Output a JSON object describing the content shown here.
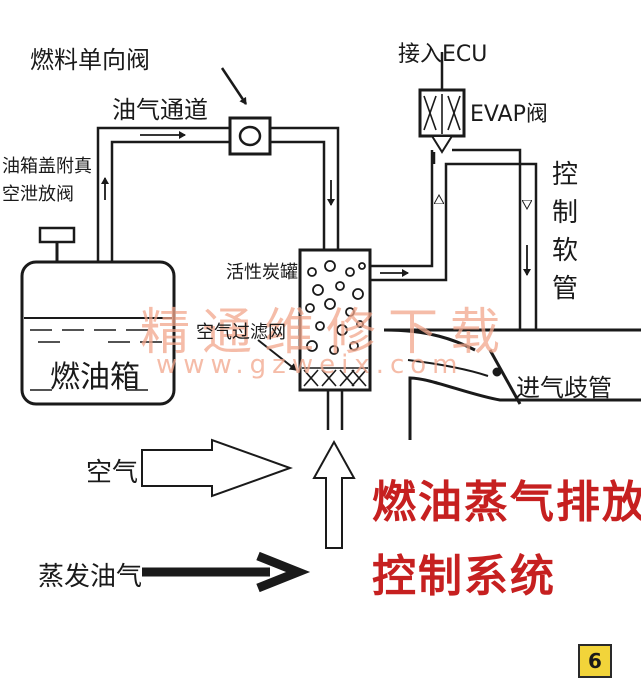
{
  "labels": {
    "check_valve": "燃料单向阀",
    "vapor_channel": "油气通道",
    "cap_valve_line1": "油箱盖附真",
    "cap_valve_line2": "空泄放阀",
    "fuel_tank": "燃油箱",
    "canister": "活性炭罐",
    "air_filter": "空气过滤网",
    "ecu": "接入ECU",
    "evap_valve": "EVAP阀",
    "control_hose": "控制软管",
    "intake_manifold": "进气歧管"
  },
  "legend": {
    "air": "空气",
    "fuel_vapor": "蒸发油气"
  },
  "title": {
    "line1": "燃油蒸气排放",
    "line2": "控制系统"
  },
  "watermark": {
    "cn": "精通维修下载",
    "url": "www.gzweix.com"
  },
  "page_number": "6",
  "colors": {
    "line": "#1a1a1a",
    "title": "#c62020",
    "watermark": "#f2a68c",
    "badge": "#f2d43a"
  }
}
